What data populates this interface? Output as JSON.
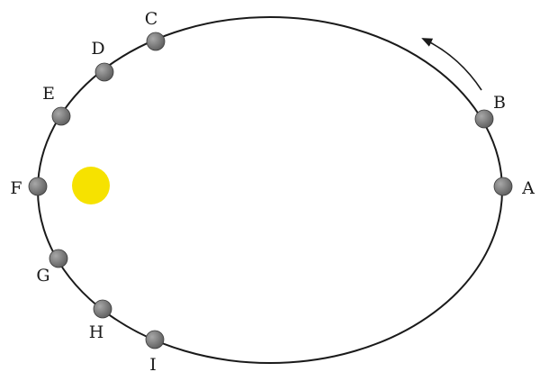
{
  "colors": {
    "sun": "#f6e200",
    "orbit": "#1a1a1a",
    "planet": "#5e5e5e",
    "planet_highlight": "#a8a8a8",
    "label": "#1a1a1a"
  },
  "icons": {
    "sun": "sun-icon",
    "planet": "planet-icon",
    "direction": "direction-arrow-icon"
  },
  "points": [
    {
      "label": "A"
    },
    {
      "label": "B"
    },
    {
      "label": "C"
    },
    {
      "label": "D"
    },
    {
      "label": "E"
    },
    {
      "label": "F"
    },
    {
      "label": "G"
    },
    {
      "label": "H"
    },
    {
      "label": "I"
    }
  ]
}
